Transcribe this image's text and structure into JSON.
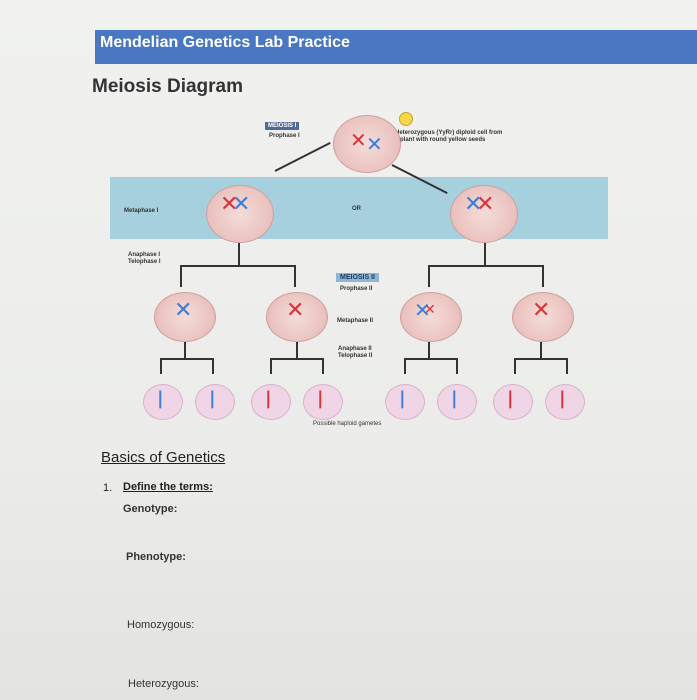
{
  "header": {
    "title": "Mendelian Genetics Lab Practice"
  },
  "page": {
    "title": "Meiosis Diagram"
  },
  "diagram": {
    "meiosis1_tag": "MEIOSIS I",
    "prophase1": "Prophase I",
    "parent_note": "Heterozygous (YyRr) diploid cell from a plant with round yellow seeds",
    "metaphase1": "Metaphase I",
    "or": "OR",
    "anaphase_telophase1": "Anaphase I Telophase I",
    "meiosis2_tag": "MEIOSIS II",
    "prophase2": "Prophase II",
    "metaphase2": "Metaphase II",
    "anaphase_telophase2": "Anaphase II Telophase II",
    "gametes": "Possible haploid gametes"
  },
  "basics": {
    "heading": "Basics of Genetics",
    "q1_number": "1.",
    "q1_text": "Define the terms:",
    "terms": [
      "Genotype:",
      "Phenotype:",
      "Homozygous:",
      "Heterozygous:"
    ]
  }
}
